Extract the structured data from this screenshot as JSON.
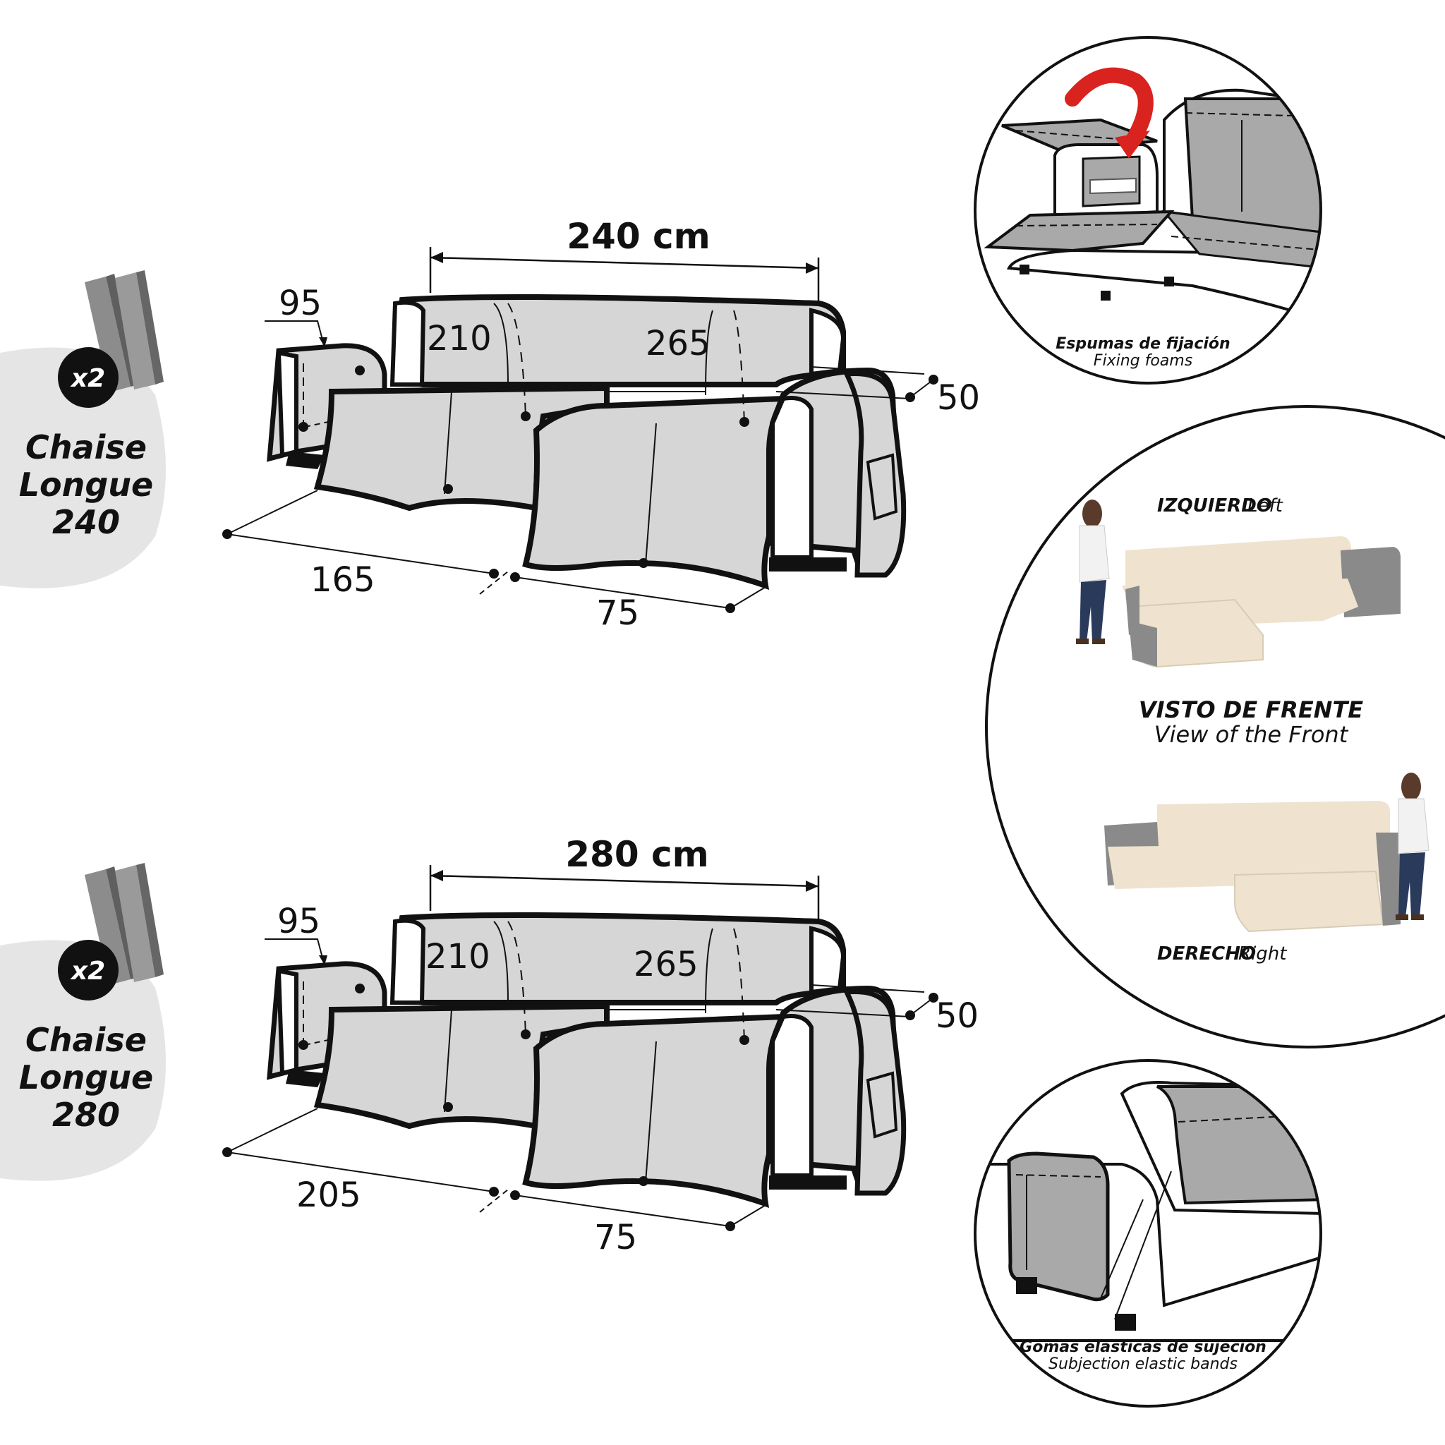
{
  "models": [
    {
      "badge": "x2",
      "name_line1": "Chaise",
      "name_line2": "Longue",
      "name_line3": "240",
      "width_label": "240 cm",
      "dim_depth": "95",
      "dim_back_left": "210",
      "dim_back_right": "265",
      "dim_arm": "50",
      "dim_chaise_length": "165",
      "dim_chaise_width": "75"
    },
    {
      "badge": "x2",
      "name_line1": "Chaise",
      "name_line2": "Longue",
      "name_line3": "280",
      "width_label": "280 cm",
      "dim_depth": "95",
      "dim_back_left": "210",
      "dim_back_right": "265",
      "dim_arm": "50",
      "dim_chaise_length": "205",
      "dim_chaise_width": "75"
    }
  ],
  "detail_foams": {
    "caption_bold": "Espumas de fijación",
    "caption_italic": "Fixing foams"
  },
  "orientation": {
    "left_bold": "IZQUIERDO",
    "left_italic": "Left",
    "front_bold": "VISTO DE FRENTE",
    "front_italic": "View of the Front",
    "right_bold": "DERECHO",
    "right_italic": "Right"
  },
  "detail_bands": {
    "caption_bold": "Gomas elásticas de sujeción",
    "caption_italic": "Subjection elastic bands"
  },
  "colors": {
    "cover_gray": "#d6d6d6",
    "outline": "#111111",
    "badge_bg": "#e5e5e5",
    "arrow_red": "#d9231f",
    "cream": "#efe3cf",
    "sofa_gray": "#8a8a8a"
  }
}
